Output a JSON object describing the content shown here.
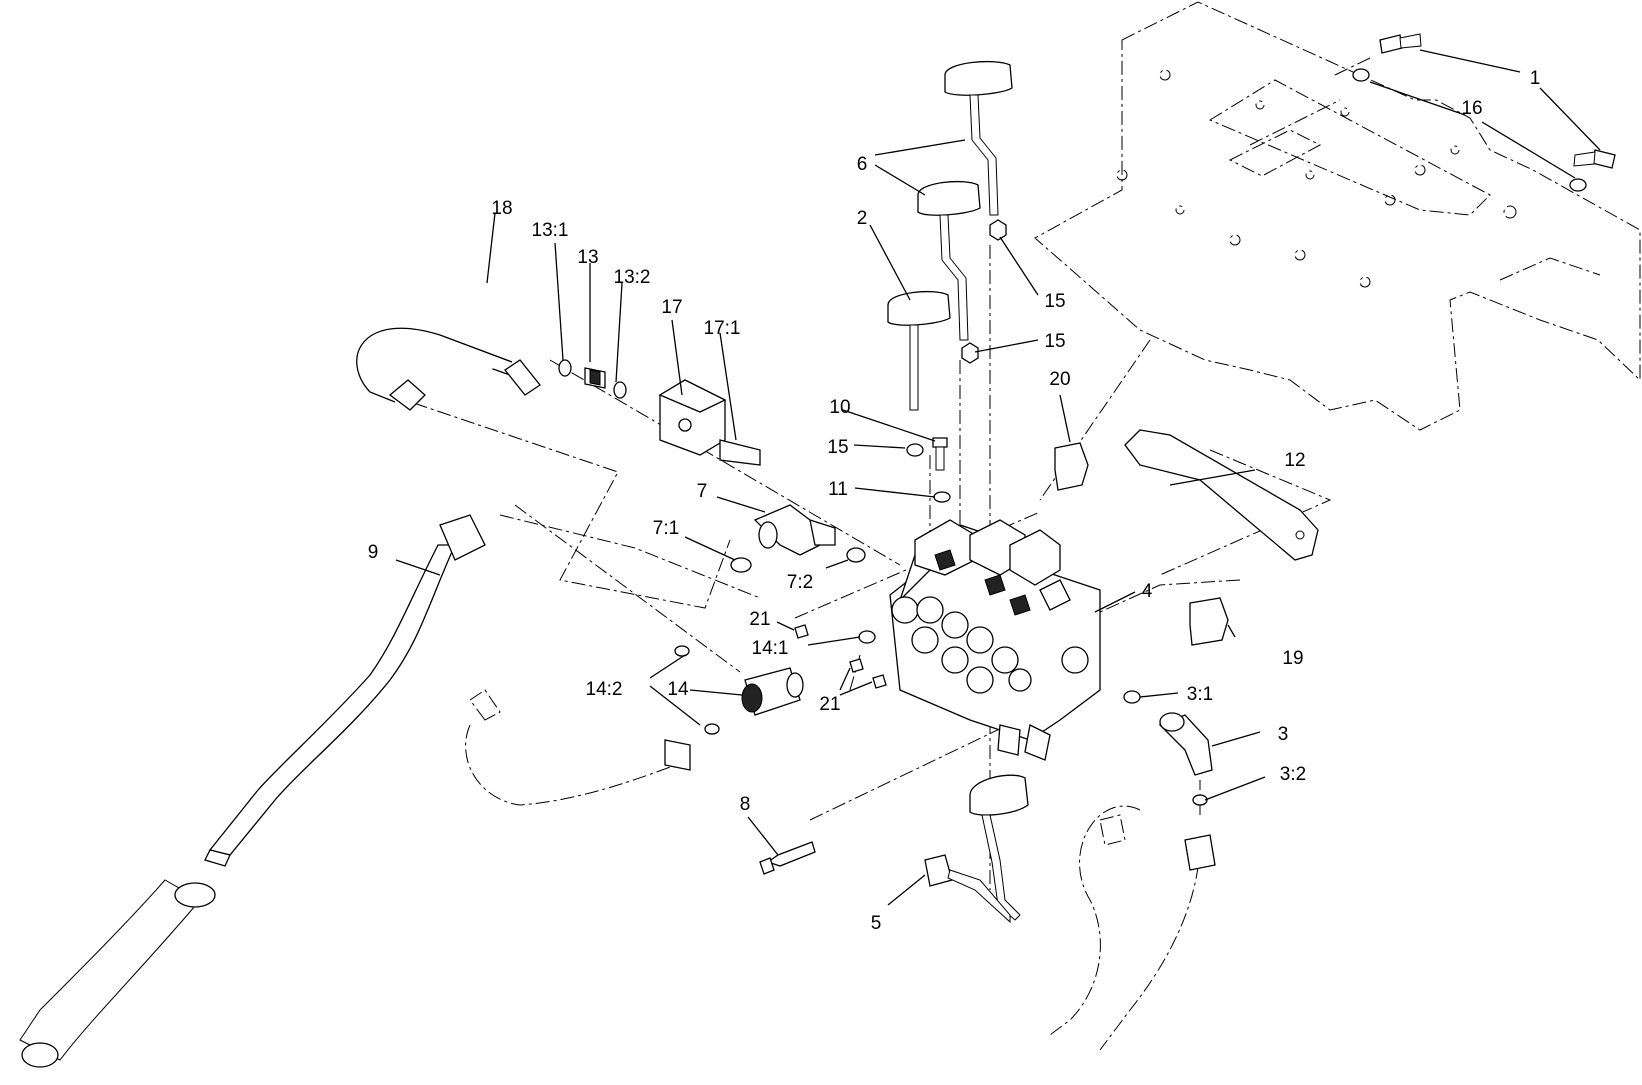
{
  "diagram": {
    "callouts": {
      "c1": "1",
      "c16": "16",
      "c6": "6",
      "c2": "2",
      "c15a": "15",
      "c15b": "15",
      "c15c": "15",
      "c10": "10",
      "c11": "11",
      "c20": "20",
      "c12": "12",
      "c18": "18",
      "c13_1": "13:1",
      "c13": "13",
      "c13_2": "13:2",
      "c17": "17",
      "c17_1": "17:1",
      "c7": "7",
      "c7_1": "7:1",
      "c7_2": "7:2",
      "c9": "9",
      "c21a": "21",
      "c21b": "21",
      "c14_1": "14:1",
      "c14_2": "14:2",
      "c14": "14",
      "c4": "4",
      "c19": "19",
      "c3_1": "3:1",
      "c3": "3",
      "c3_2": "3:2",
      "c8": "8",
      "c5": "5"
    }
  }
}
